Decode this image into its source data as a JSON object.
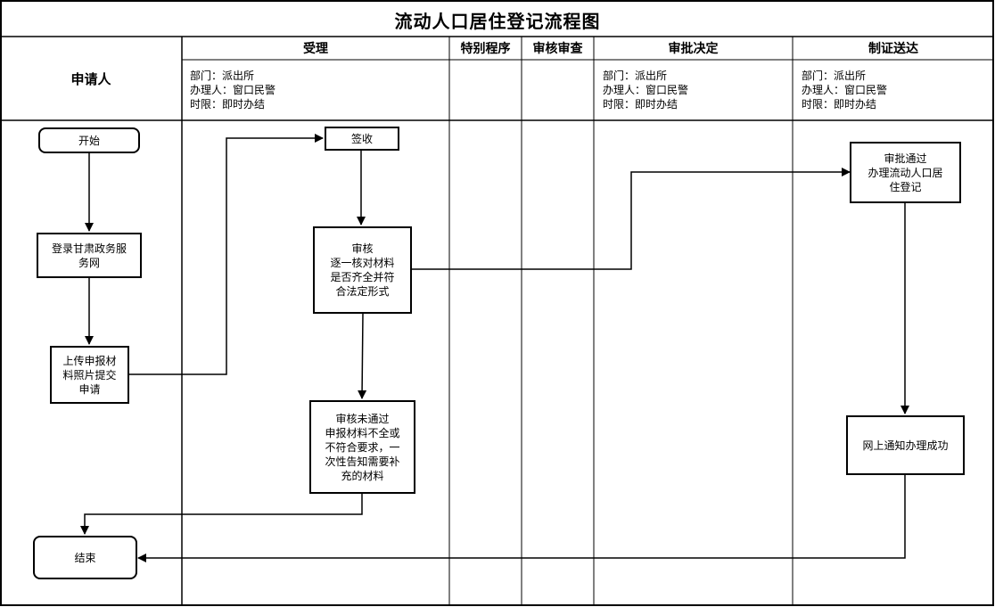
{
  "title": "流动人口居住登记流程图",
  "columns": {
    "applicant": "申请人",
    "accept": "受理",
    "special": "特别程序",
    "review": "审核审查",
    "approve": "审批决定",
    "certify": "制证送达"
  },
  "info": {
    "accept": "部门：派出所\n办理人：窗口民警\n时限：即时办结",
    "approve": "部门：派出所\n办理人：窗口民警\n时限：即时办结",
    "certify": "部门：派出所\n办理人：窗口民警\n时限：即时办结"
  },
  "nodes": {
    "start": "开始",
    "login": "登录甘肃政务服\n务网",
    "upload": "上传申报材\n料照片提交\n申请",
    "end": "结束",
    "sign": "签收",
    "check": "审核\n逐一核对材料\n是否齐全并符\n合法定形式",
    "fail": "审核未通过\n申报材料不全或\n不符合要求，一\n次性告知需要补\n充的材料",
    "approved": "审批通过\n办理流动人口居\n住登记",
    "notify": "网上通知办理成功"
  }
}
